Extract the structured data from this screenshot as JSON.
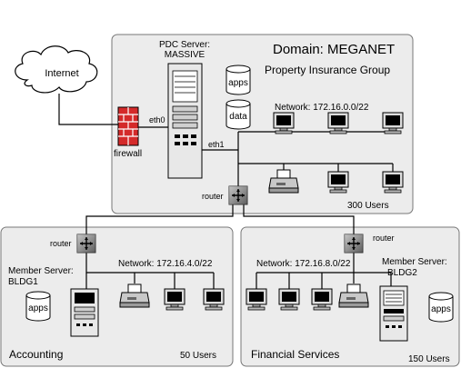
{
  "internet": {
    "label": "Internet"
  },
  "firewall": {
    "label": "firewall"
  },
  "domain": {
    "title": "Domain: MEGANET",
    "subtitle": "Property Insurance Group",
    "pdc_label_1": "PDC Server:",
    "pdc_label_2": "MASSIVE",
    "eth0": "eth0",
    "eth1": "eth1",
    "apps": "apps",
    "data": "data",
    "network": "Network: 172.16.0.0/22",
    "router": "router",
    "users": "300 Users"
  },
  "accounting": {
    "router": "router",
    "server_label_1": "Member Server:",
    "server_label_2": "BLDG1",
    "apps": "apps",
    "network": "Network: 172.16.4.0/22",
    "name": "Accounting",
    "users": "50 Users"
  },
  "financial": {
    "router": "router",
    "server_label_1": "Member Server:",
    "server_label_2": "BLDG2",
    "apps": "apps",
    "network": "Network: 172.16.8.0/22",
    "name": "Financial Services",
    "users": "150 Users"
  },
  "colors": {
    "box_fill": "#ececec",
    "firewall": "#d42a2a",
    "router": "#8a8a8a"
  }
}
